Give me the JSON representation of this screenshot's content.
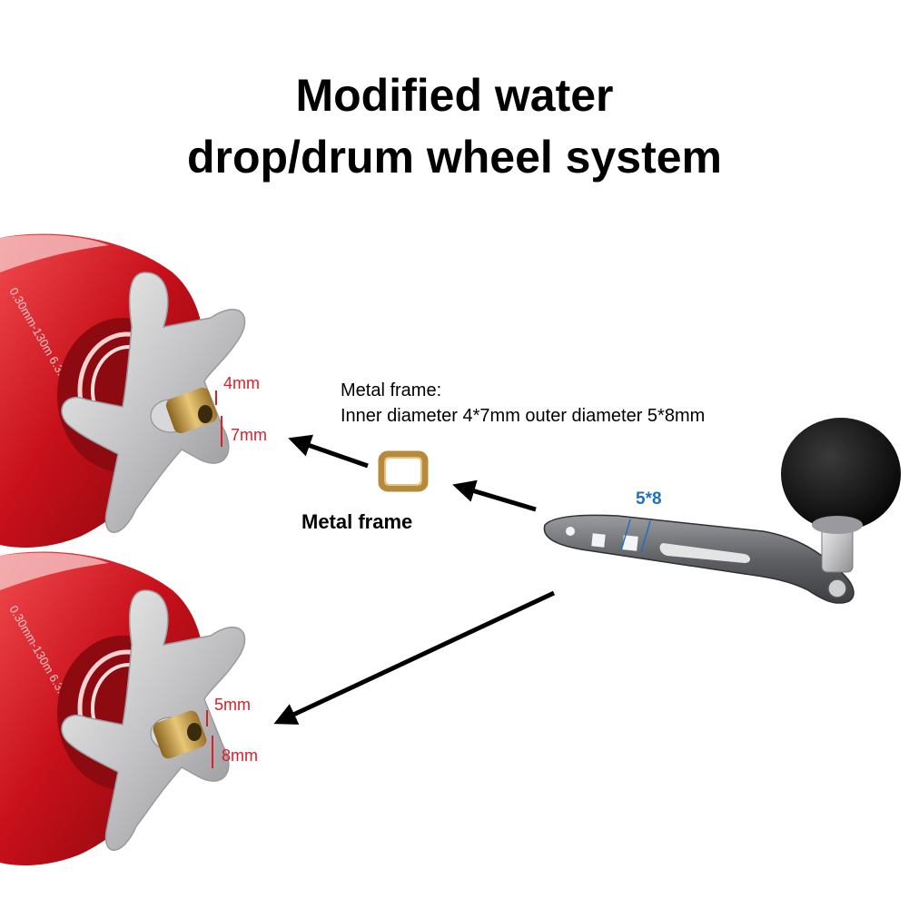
{
  "title": {
    "line1": "Modified water",
    "line2": "drop/drum wheel system"
  },
  "frame_note": {
    "heading": "Metal frame:",
    "detail": "Inner diameter 4*7mm outer diameter 5*8mm"
  },
  "frame_caption": "Metal frame",
  "handle_hole_label": "5*8",
  "reel_top": {
    "inner_label": "4mm",
    "outer_label": "7mm"
  },
  "reel_bottom": {
    "inner_label": "5mm",
    "outer_label": "8mm"
  },
  "colors": {
    "reel_red": "#d0101a",
    "dimension_red": "#d8202a",
    "dimension_blue": "#1f6fc4",
    "brass": "#c9a24a"
  }
}
